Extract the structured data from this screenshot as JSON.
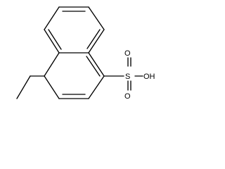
{
  "molecule": {
    "atoms": {
      "sulfur": "S",
      "oxygen_top": "O",
      "oxygen_bottom": "O",
      "hydroxyl": "OH"
    }
  }
}
